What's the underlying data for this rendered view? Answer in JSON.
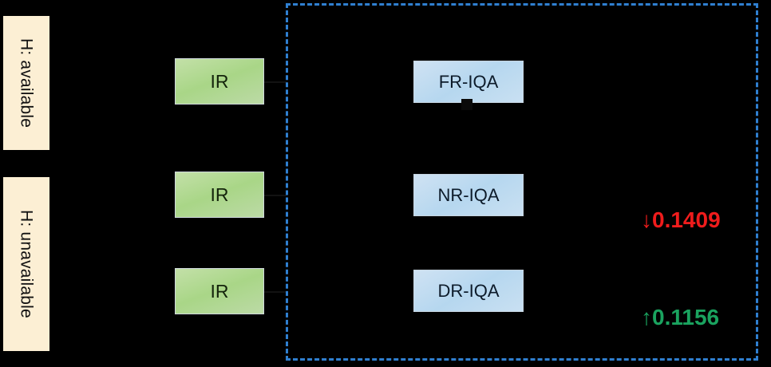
{
  "figure": {
    "rows": [
      {
        "condition_label": "H: available"
      },
      {
        "condition_label": "H: unavailable"
      }
    ],
    "ir_boxes": [
      {
        "label": "IR"
      },
      {
        "label": "IR"
      },
      {
        "label": "IR"
      }
    ],
    "iqa_boxes": [
      {
        "label": "FR-IQA"
      },
      {
        "label": "NR-IQA"
      },
      {
        "label": "DR-IQA"
      }
    ],
    "metrics": [
      {
        "value": "↓0.1409",
        "direction": "down",
        "color": "#ef1c1c"
      },
      {
        "value": "↑0.1156",
        "direction": "up",
        "color": "#1aa35f"
      }
    ],
    "colors": {
      "background": "#000000",
      "label_background": "#fcefd4",
      "ir_box": "#a9d687",
      "iqa_box": "#b6d7ef",
      "dashed_border": "#2f7fd0",
      "metric_down": "#ef1c1c",
      "metric_up": "#1aa35f"
    }
  }
}
